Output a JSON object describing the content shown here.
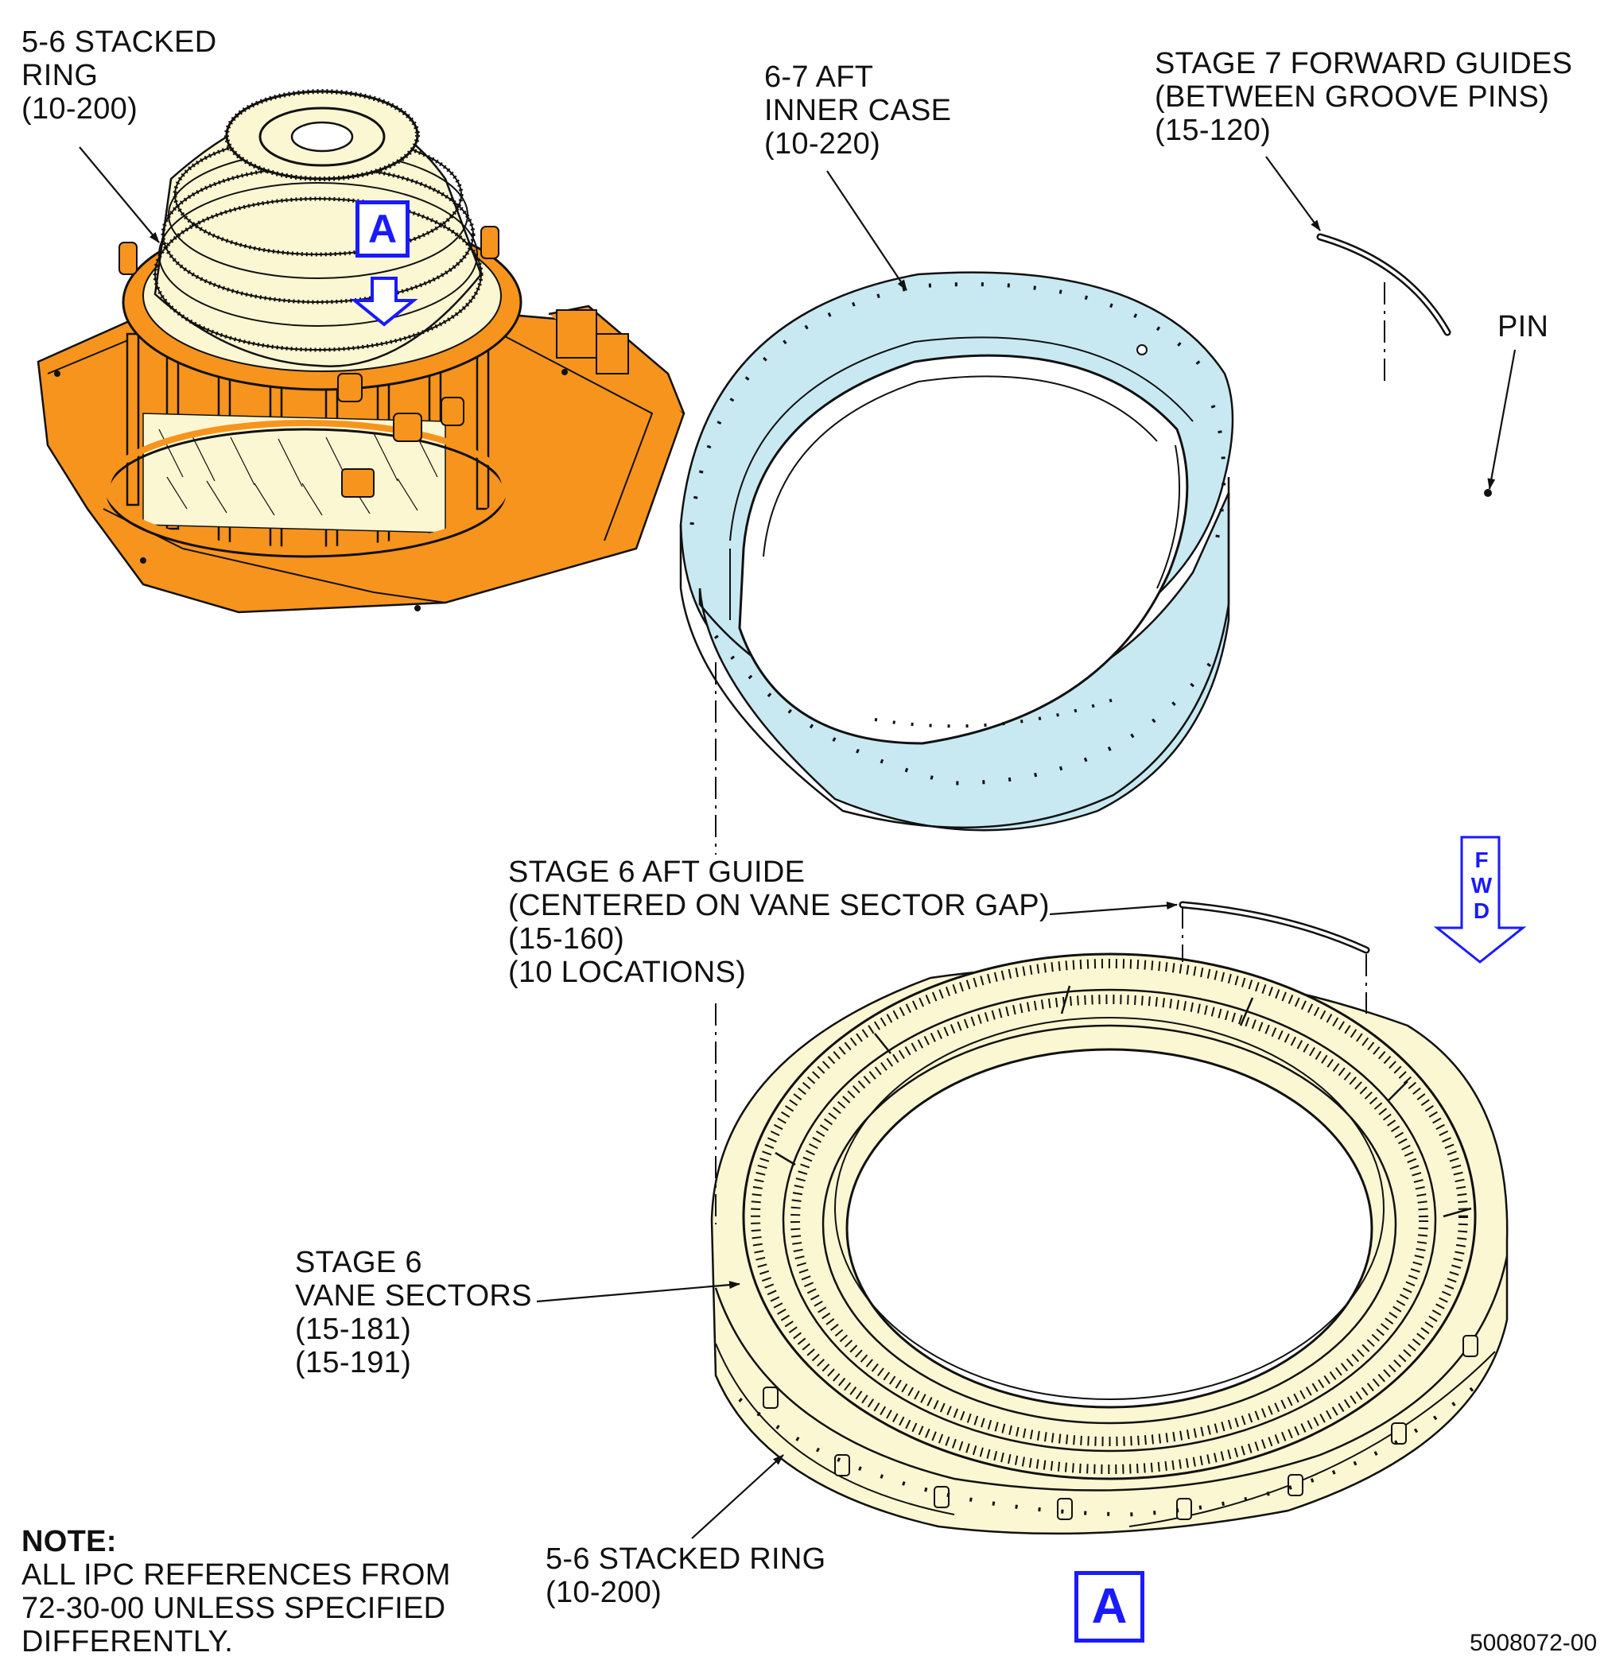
{
  "labels": {
    "stacked_ring_top": [
      "5-6 STACKED",
      "RING",
      "(10-200)"
    ],
    "aft_inner_case": [
      "6-7 AFT",
      "INNER CASE",
      "(10-220)"
    ],
    "stage7_guides": [
      "STAGE 7 FORWARD GUIDES",
      "(BETWEEN GROOVE PINS)",
      "(15-120)"
    ],
    "pin": "PIN",
    "stage6_aft_guide": [
      "STAGE 6 AFT GUIDE",
      "(CENTERED ON VANE SECTOR GAP)",
      "(15-160)",
      "(10 LOCATIONS)"
    ],
    "stage6_vane_sectors": [
      "STAGE 6",
      "VANE SECTORS",
      "(15-181)",
      "(15-191)"
    ],
    "stacked_ring_bottom": [
      "5-6 STACKED RING",
      "(10-200)"
    ]
  },
  "note": {
    "title": "NOTE:",
    "lines": [
      "ALL IPC REFERENCES FROM",
      "72-30-00 UNLESS SPECIFIED",
      "DIFFERENTLY."
    ]
  },
  "view_marker": "A",
  "fwd_letters": [
    "F",
    "W",
    "D"
  ],
  "figure_id": "5008072-00",
  "colors": {
    "fixture_orange": "#f7941d",
    "case_blue": "#c8e9f2",
    "ring_cream": "#fbf7d2",
    "marker_blue": "#1a1aff",
    "line": "#111111"
  }
}
